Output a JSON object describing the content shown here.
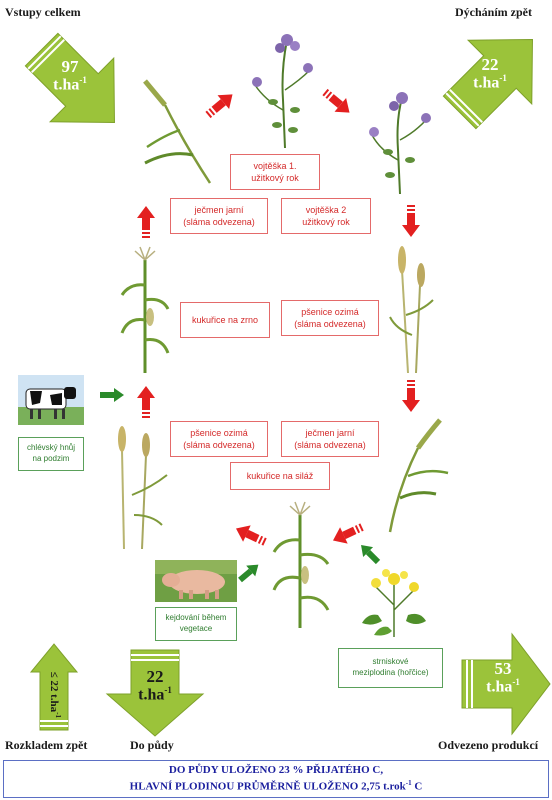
{
  "corners": {
    "inputs": "Vstupy celkem",
    "respiration": "Dýcháním zpět",
    "decomposition": "Rozkladem zpět",
    "to_soil": "Do půdy",
    "removed": "Odvezeno produkcí"
  },
  "arrows": {
    "inputs": {
      "value": "97",
      "unit": "t.ha",
      "exp": "-1"
    },
    "respiration": {
      "value": "22",
      "unit": "t.ha",
      "exp": "-1"
    },
    "decomposition": {
      "value": "≤ 22 t.ha",
      "exp": "-1"
    },
    "to_soil": {
      "value": "22",
      "unit": "t.ha",
      "exp": "-1"
    },
    "removed": {
      "value": "53",
      "unit": "t.ha",
      "exp": "-1"
    }
  },
  "crops": {
    "alfalfa1": [
      "vojtěška 1.",
      "užitkový rok"
    ],
    "barley_spring_top": [
      "ječmen jarní",
      "(sláma odvezena)"
    ],
    "alfalfa2": [
      "vojtěška 2",
      "užitkový rok"
    ],
    "maize_grain": [
      "kukuřice na zrno"
    ],
    "wheat_winter_top": [
      "pšenice ozimá",
      "(sláma odvezena)"
    ],
    "wheat_winter_bottom": [
      "pšenice ozimá",
      "(sláma odvezena)"
    ],
    "barley_spring_bottom": [
      "ječmen jarní",
      "(sláma odvezena)"
    ],
    "maize_silage": [
      "kukuřice na siláž"
    ]
  },
  "inputs": {
    "manure": [
      "chlévský hnůj",
      "na podzim"
    ],
    "slurry": [
      "kejdování během",
      "vegetace"
    ],
    "catch_crop": [
      "strniskové",
      "meziplodina (hořčice)"
    ]
  },
  "footer": {
    "line1": "DO PŮDY ULOŽENO 23 % PŘIJATÉHO C,",
    "line2_a": "HLAVNÍ PLODINOU PRŮMĚRNĚ ULOŽENO 2,75 t.rok",
    "line2_exp": "-1",
    "line2_b": " C"
  },
  "colors": {
    "green_arrow": "#9bc33a",
    "red_arrow": "#e32020",
    "box_text": "#d42a2a",
    "footer_text": "#1b1f9e"
  }
}
